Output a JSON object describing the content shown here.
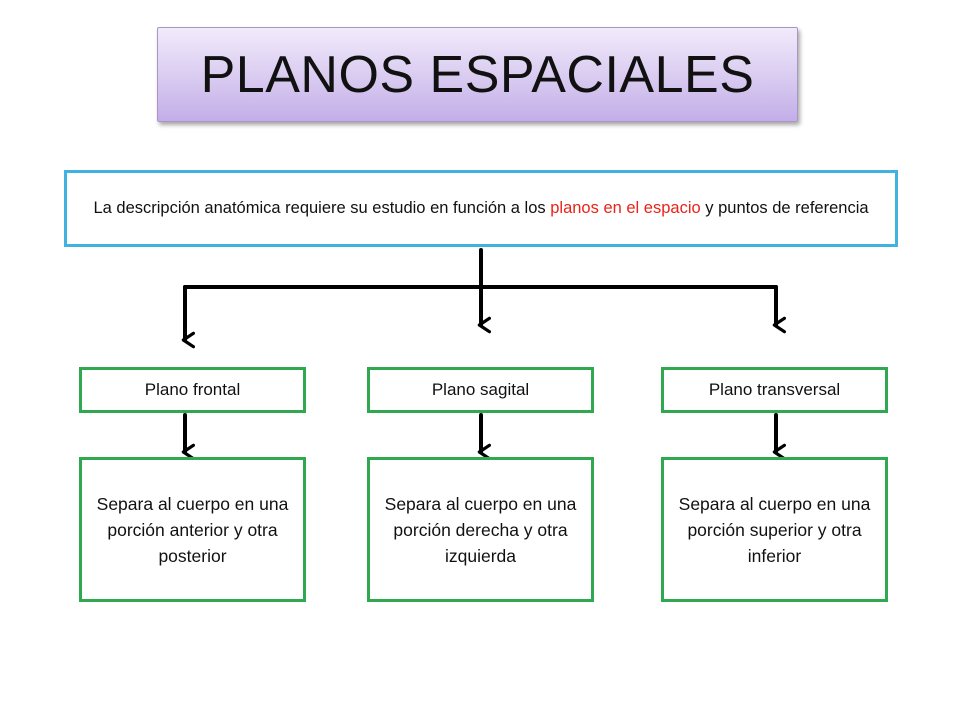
{
  "title": "PLANOS ESPACIALES",
  "description": {
    "text_before": "La descripción anatómica requiere su estudio en función a los ",
    "highlight": "planos en el espacio",
    "text_after": " y puntos de referencia",
    "highlight_color": "#e8241a"
  },
  "planes": [
    {
      "label": "Plano frontal",
      "detail": "Separa al cuerpo en una porción anterior y otra posterior"
    },
    {
      "label": "Plano sagital",
      "detail": "Separa al cuerpo en una porción derecha y otra izquierda"
    },
    {
      "label": "Plano transversal",
      "detail": "Separa al cuerpo en una porción superior y otra inferior"
    }
  ],
  "colors": {
    "title_fill": "#ddd0f2",
    "description_border": "#3fb2e0",
    "plane_border": "#2fa84f",
    "connector": "#000000"
  }
}
